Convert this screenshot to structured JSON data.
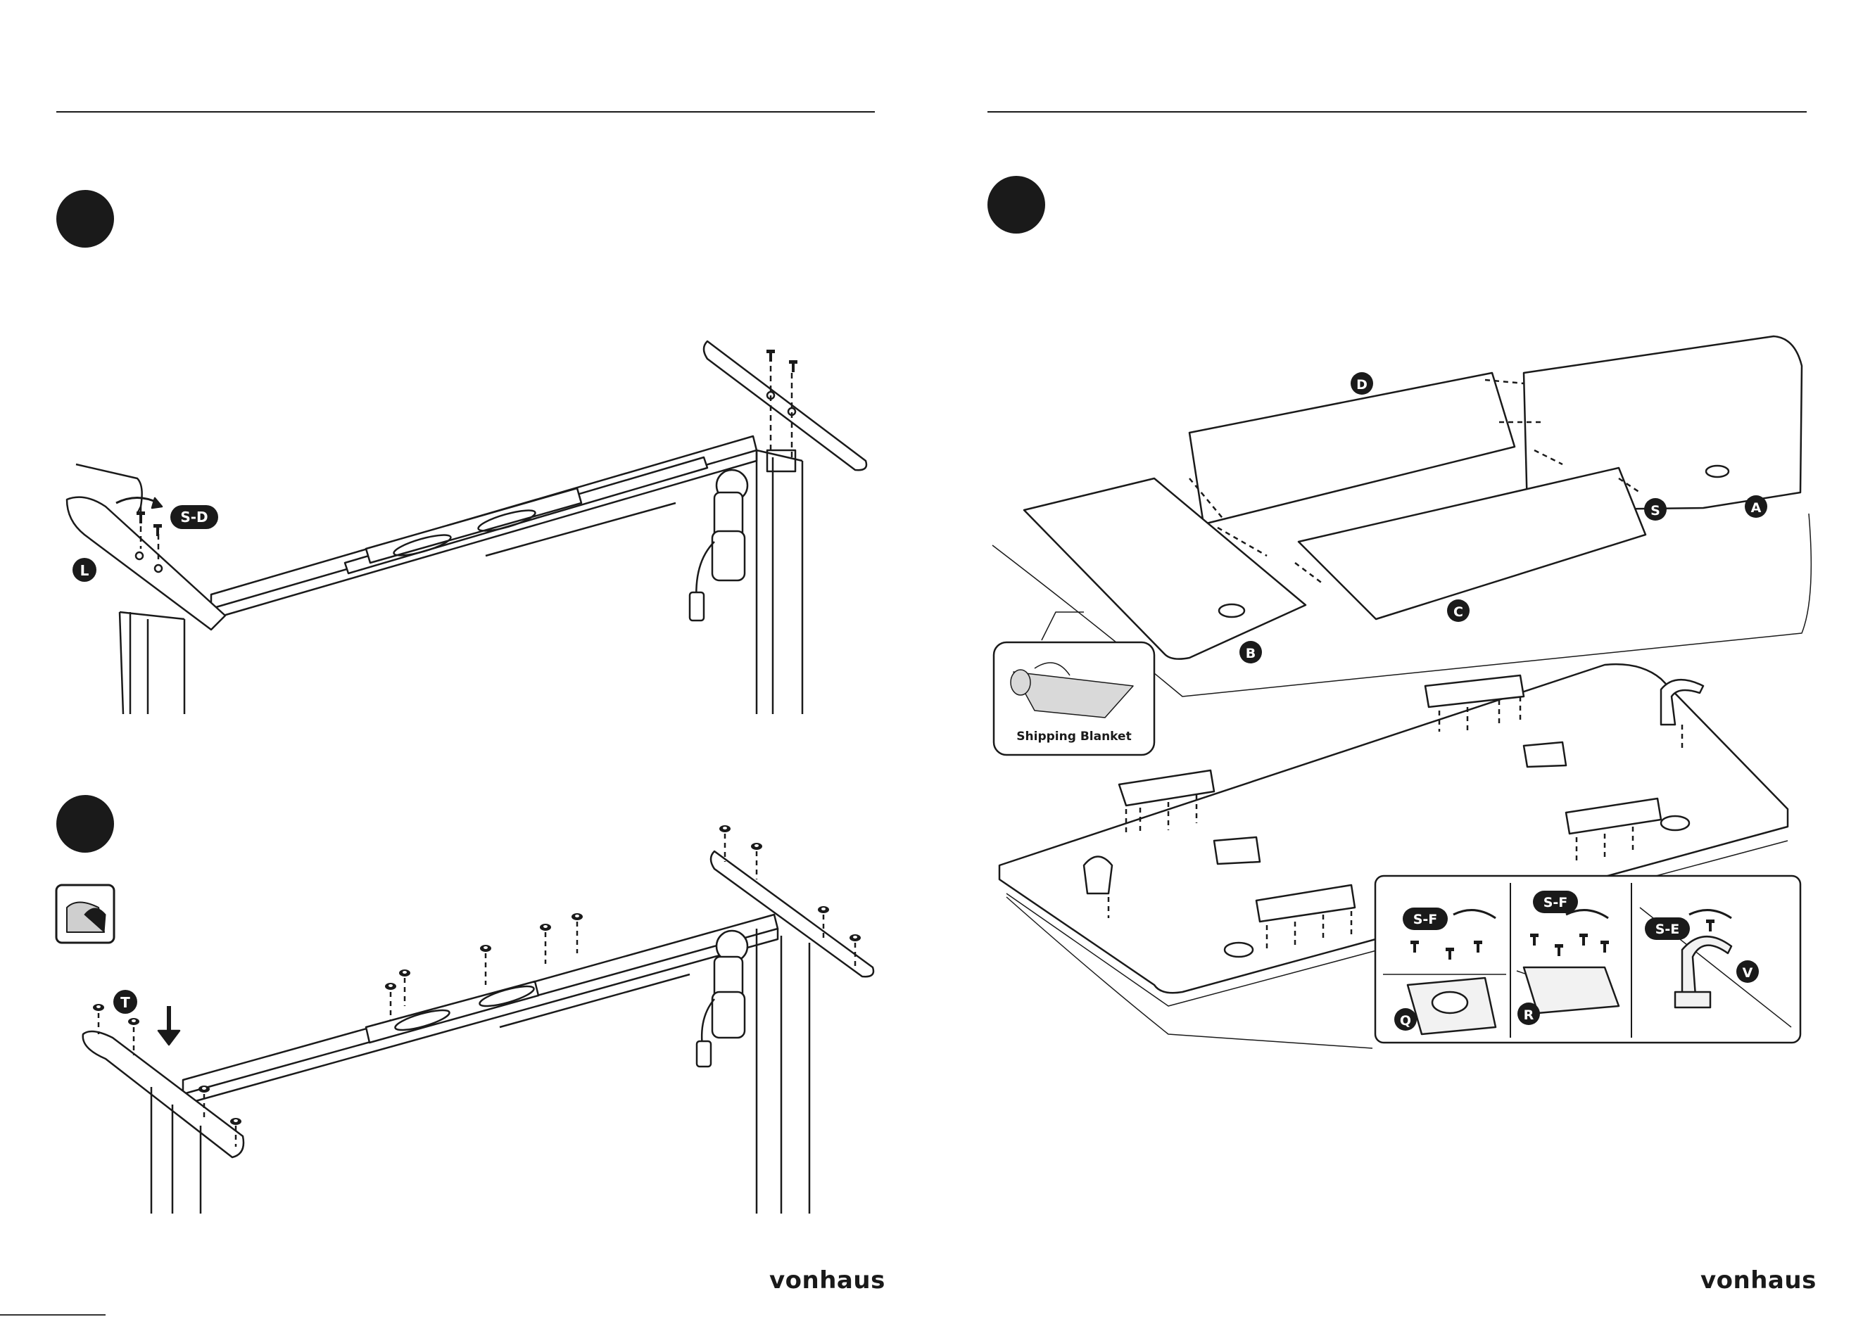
{
  "brand": "vonhaus",
  "colors": {
    "ink": "#1a1a1a",
    "paper": "#ffffff",
    "panel": "#f2f2f2"
  },
  "steps": [
    {
      "icon": "step-number-dot"
    },
    {
      "icon": "step-number-dot"
    },
    {
      "icon": "step-number-dot"
    }
  ],
  "icons": {
    "peel-backing": "peel-sticker-icon",
    "direction": "down-arrow-icon",
    "rotate": "rotate-arrow-icon",
    "screw": "screw-icon",
    "washer": "washer-icon"
  },
  "parts": {
    "leg_bracket": "L",
    "screw_sd": "S-D",
    "pad": "T",
    "panel_a": "A",
    "panel_b": "B",
    "panel_c": "C",
    "panel_d": "D",
    "dowel": "S",
    "screw_sf": "S-F",
    "screw_se": "S-E",
    "plate_q": "Q",
    "plate_r": "R",
    "hook_v": "V"
  },
  "blanket_label": "Shipping Blanket"
}
